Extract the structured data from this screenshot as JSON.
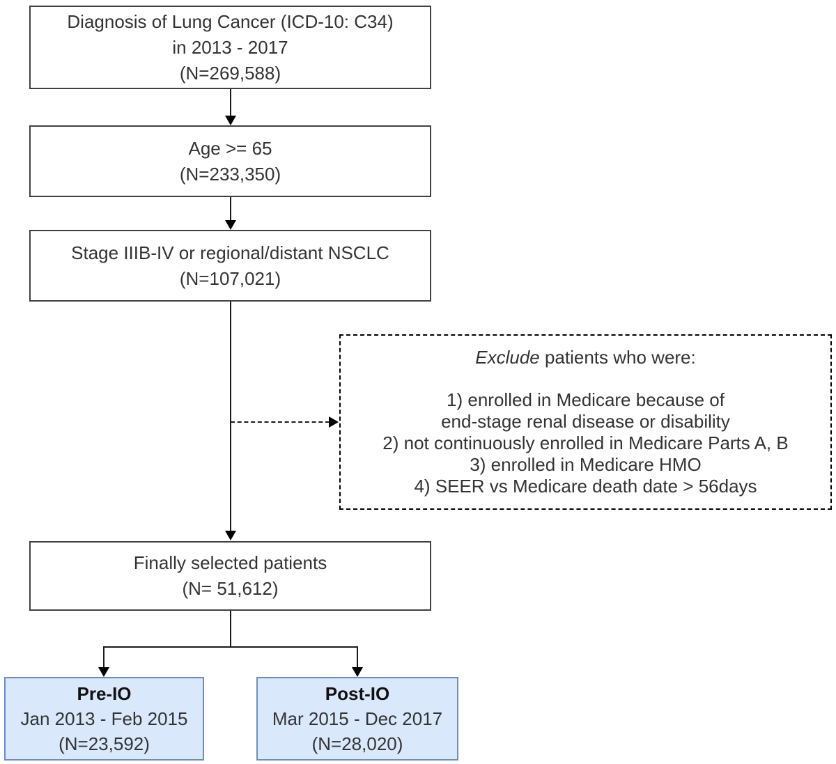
{
  "diagram": {
    "boxes": {
      "diagnosis": {
        "lines": [
          "Diagnosis of Lung Cancer (ICD-10: C34)",
          "in 2013 - 2017",
          "(N=269,588)"
        ]
      },
      "age": {
        "lines": [
          "Age >= 65",
          "(N=233,350)"
        ]
      },
      "stage": {
        "lines": [
          "Stage IIIB-IV or regional/distant NSCLC",
          "(N=107,021)"
        ]
      },
      "exclusion": {
        "heading_italic": "Exclude",
        "heading_rest": " patients who were:",
        "items": [
          "1) enrolled in Medicare because of",
          "end-stage renal disease or disability",
          "2) not continuously enrolled in Medicare Parts A, B",
          "3) enrolled in Medicare HMO",
          "4) SEER vs Medicare death date > 56days"
        ]
      },
      "final": {
        "lines": [
          "Finally selected patients",
          "(N= 51,612)"
        ]
      },
      "pre_io": {
        "title": "Pre-IO",
        "period": "Jan 2013 - Feb 2015",
        "n": "(N=23,592)"
      },
      "post_io": {
        "title": "Post-IO",
        "period": "Mar 2015 - Dec 2017",
        "n": "(N=28,020)"
      }
    },
    "colors": {
      "cohort_fill": "#dae8fc",
      "cohort_border": "#6c8ebf",
      "box_border": "#404040",
      "line": "#000000"
    }
  }
}
